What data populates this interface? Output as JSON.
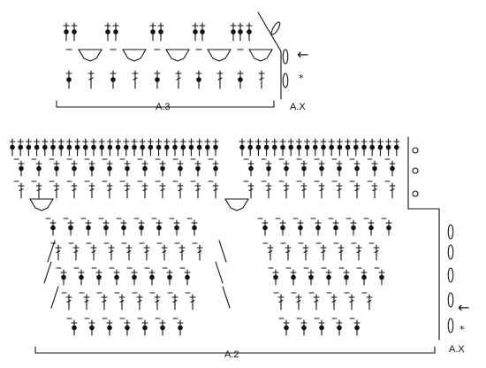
{
  "labels": {
    "chart_a3": "A.3",
    "chart_ax_top": "A.X",
    "chart_a2": "A.2",
    "chart_ax_bottom": "A.X"
  },
  "markers": {
    "arrow": "←",
    "star": "*"
  }
}
